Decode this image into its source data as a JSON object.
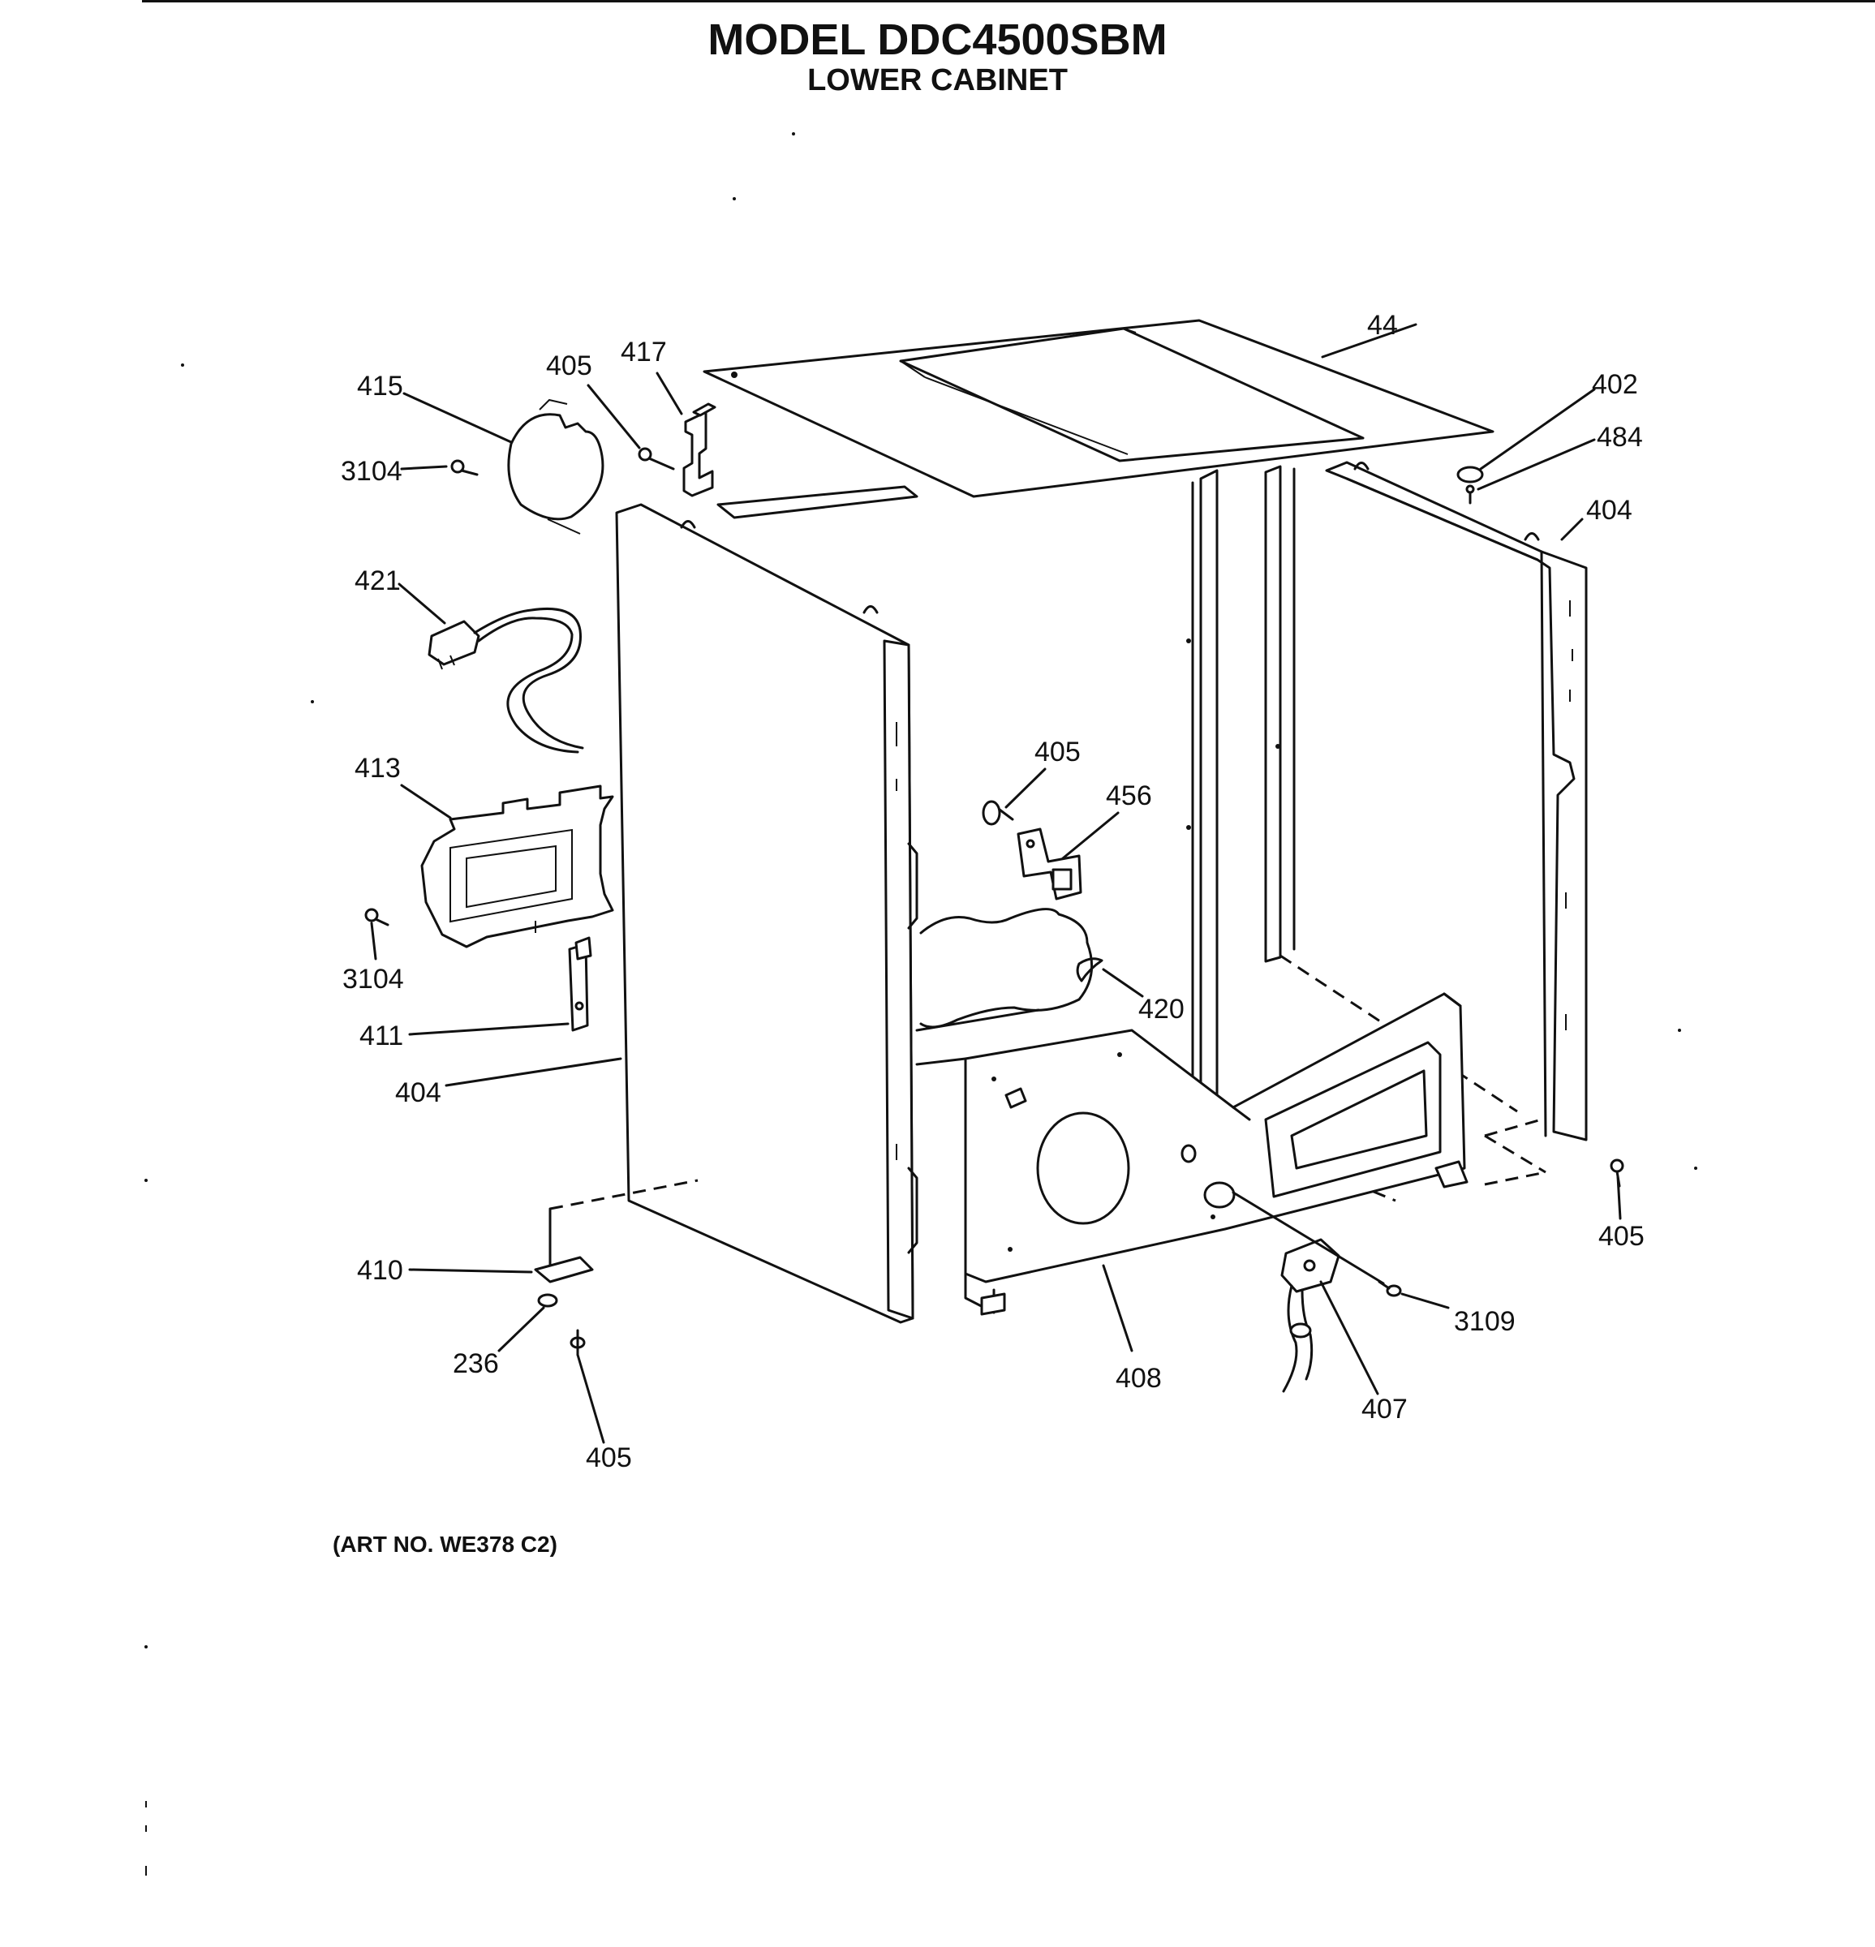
{
  "title": "MODEL DDC4500SBM",
  "subtitle": "LOWER CABINET",
  "art_number": "(ART NO. WE378 C2)",
  "callouts": [
    {
      "id": "44",
      "text": "44"
    },
    {
      "id": "402",
      "text": "402"
    },
    {
      "id": "484",
      "text": "484"
    },
    {
      "id": "404-right",
      "text": "404"
    },
    {
      "id": "415",
      "text": "415"
    },
    {
      "id": "405-top",
      "text": "405"
    },
    {
      "id": "417",
      "text": "417"
    },
    {
      "id": "3104-top",
      "text": "3104"
    },
    {
      "id": "421",
      "text": "421"
    },
    {
      "id": "413",
      "text": "413"
    },
    {
      "id": "3104-bottom",
      "text": "3104"
    },
    {
      "id": "411",
      "text": "411"
    },
    {
      "id": "404-left",
      "text": "404"
    },
    {
      "id": "405-mid",
      "text": "405"
    },
    {
      "id": "456",
      "text": "456"
    },
    {
      "id": "420",
      "text": "420"
    },
    {
      "id": "405-right",
      "text": "405"
    },
    {
      "id": "410",
      "text": "410"
    },
    {
      "id": "236",
      "text": "236"
    },
    {
      "id": "405-bottom",
      "text": "405"
    },
    {
      "id": "408",
      "text": "408"
    },
    {
      "id": "3109",
      "text": "3109"
    },
    {
      "id": "407",
      "text": "407"
    }
  ]
}
